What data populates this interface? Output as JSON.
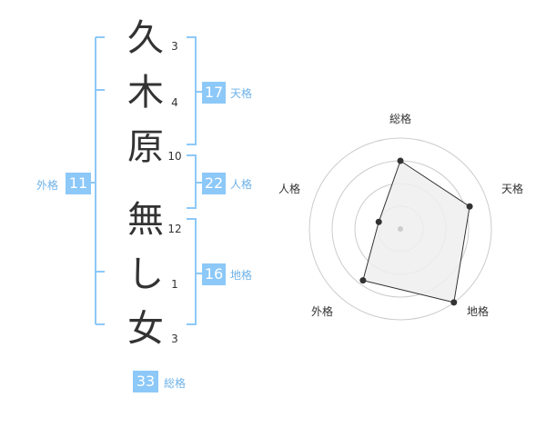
{
  "colors": {
    "accent": "#8CC8F8",
    "label": "#6EB2E8",
    "text": "#333333",
    "ring": "#CCCCCC",
    "fill": "#EEEEEE",
    "point": "#333333"
  },
  "name": {
    "chars": [
      "久",
      "木",
      "原",
      "無",
      "し",
      "女"
    ],
    "strokes": [
      "3",
      "4",
      "10",
      "12",
      "1",
      "3"
    ]
  },
  "scores": {
    "tenkaku": {
      "value": "17",
      "label": "天格"
    },
    "jinkaku": {
      "value": "22",
      "label": "人格"
    },
    "chikaku": {
      "value": "16",
      "label": "地格"
    },
    "gaikaku": {
      "value": "11",
      "label": "外格"
    },
    "soukaku": {
      "value": "33",
      "label": "総格"
    }
  },
  "chart_data": {
    "type": "radar",
    "axes": [
      "総格",
      "天格",
      "地格",
      "外格",
      "人格"
    ],
    "values": [
      0.75,
      0.8,
      1.0,
      0.7,
      0.25
    ],
    "range": [
      0,
      1
    ],
    "rings": 4,
    "grid": true
  }
}
